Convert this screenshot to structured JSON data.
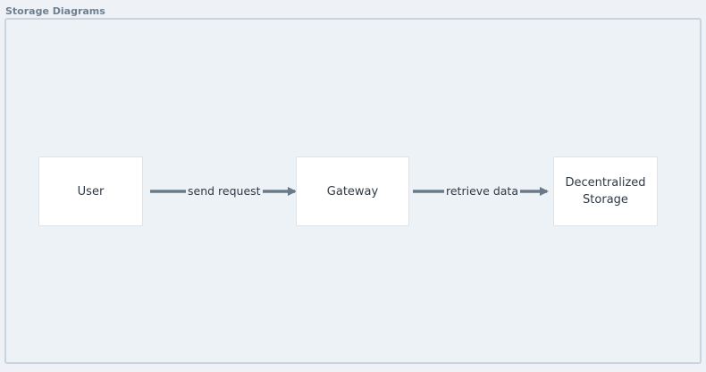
{
  "frame": {
    "title": "Storage Diagrams"
  },
  "nodes": {
    "user": "User",
    "gateway": "Gateway",
    "storage": "Decentralized\nStorage"
  },
  "edges": {
    "send_request": "send request",
    "retrieve_data": "retrieve data"
  },
  "colors": {
    "background": "#eef2f6",
    "frame_border": "#c9d4de",
    "node_fill": "#ffffff",
    "arrow": "#6b7a88",
    "text": "#2f3944"
  }
}
